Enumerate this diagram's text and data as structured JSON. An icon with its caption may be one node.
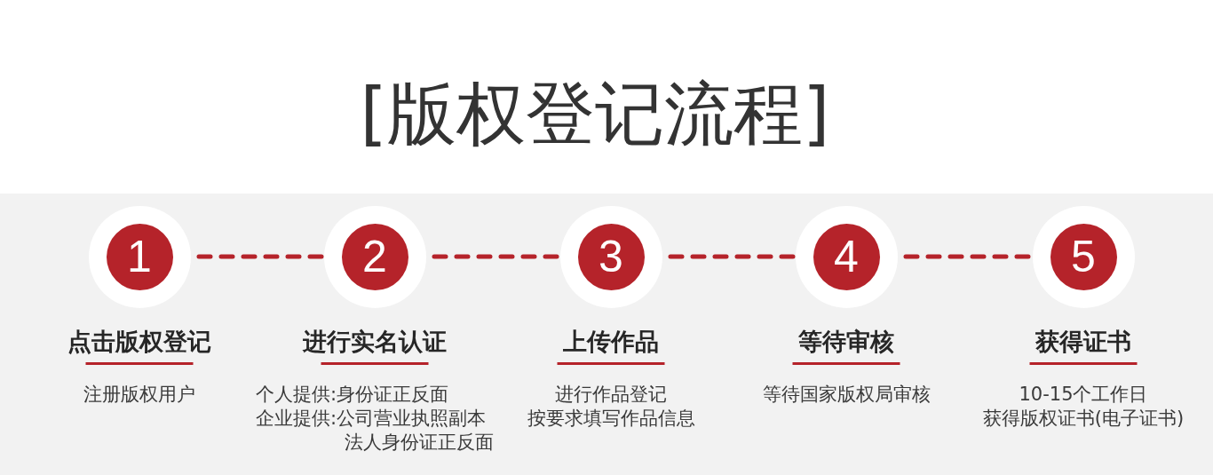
{
  "diagram": {
    "title": "[版权登记流程]",
    "nodes": [
      {
        "text": [
          "1"
        ],
        "beside": [
          "点击版权登记",
          "注册版权用户"
        ]
      },
      {
        "text": [
          "2"
        ],
        "beside": [
          "进行实名认证",
          "个人提供:身份证正反面",
          "企业提供:公司营业执照副本",
          "法人身份证正反面"
        ]
      },
      {
        "text": [
          "3"
        ],
        "beside": [
          "上传作品",
          "进行作品登记",
          "按要求填写作品信息"
        ]
      },
      {
        "text": [
          "4"
        ],
        "beside": [
          "等待审核",
          "等待国家版权局审核"
        ]
      },
      {
        "text": [
          "5"
        ],
        "beside": [
          "获得证书",
          "10-15个工作日",
          "获得版权证书(电子证书)"
        ]
      }
    ],
    "edges": [
      {
        "from": 0,
        "to": 1,
        "arrow": "none",
        "style": "dashed"
      },
      {
        "from": 1,
        "to": 2,
        "arrow": "none",
        "style": "dashed"
      },
      {
        "from": 2,
        "to": 3,
        "arrow": "none",
        "style": "dashed"
      },
      {
        "from": 3,
        "to": 4,
        "arrow": "none",
        "style": "dashed"
      }
    ]
  }
}
